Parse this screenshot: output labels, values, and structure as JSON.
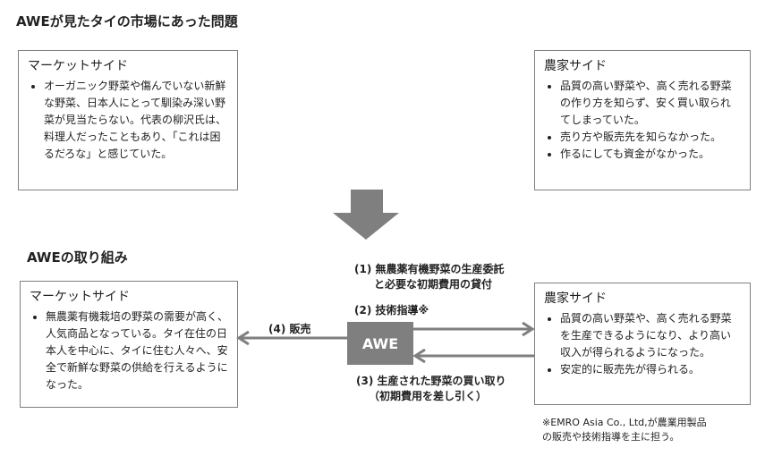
{
  "before": {
    "title": "AWEが見たタイの市場にあった問題",
    "market": {
      "heading": "マーケットサイド",
      "items": [
        "オーガニック野菜や傷んでいない新鮮な野菜、日本人にとって馴染み深い野菜が見当たらない。代表の柳沢氏は、料理人だったこともあり、「これは困るだろな」と感じていた。"
      ]
    },
    "farmer": {
      "heading": "農家サイド",
      "items": [
        "品質の高い野菜や、高く売れる野菜の作り方を知らず、安く買い取られてしまっていた。",
        "売り方や販売先を知らなかった。",
        "作るにしても資金がなかった。"
      ]
    }
  },
  "after": {
    "title": "AWEの取り組み",
    "market": {
      "heading": "マーケットサイド",
      "items": [
        "無農薬有機栽培の野菜の需要が高く、人気商品となっている。タイ在住の日本人を中心に、タイに住む人々へ、安全で新鮮な野菜の供給を行えるようになった。"
      ]
    },
    "farmer": {
      "heading": "農家サイド",
      "items": [
        "品質の高い野菜や、高く売れる野菜を生産できるようになり、より高い収入が得られるようになった。",
        "安定的に販売先が得られる。"
      ]
    },
    "center": "AWE",
    "step1": "(1) 無農薬有機野菜の生産委託　　と必要な初期費用の貸付",
    "step1a": "(1)  無農薬有機野菜の生産委託",
    "step1b": "と必要な初期費用の貸付",
    "step2": "(2)  技術指導※",
    "step3a": "(3) 生産された野菜の買い取り",
    "step3b": "（初期費用を差し引く）",
    "step4": "(4) 販売",
    "note": [
      "※EMRO Asia Co., Ltd,が農業用製品",
      "の販売や技術指導を主に担う。"
    ]
  },
  "colors": {
    "gray": "#7f7f7f"
  }
}
